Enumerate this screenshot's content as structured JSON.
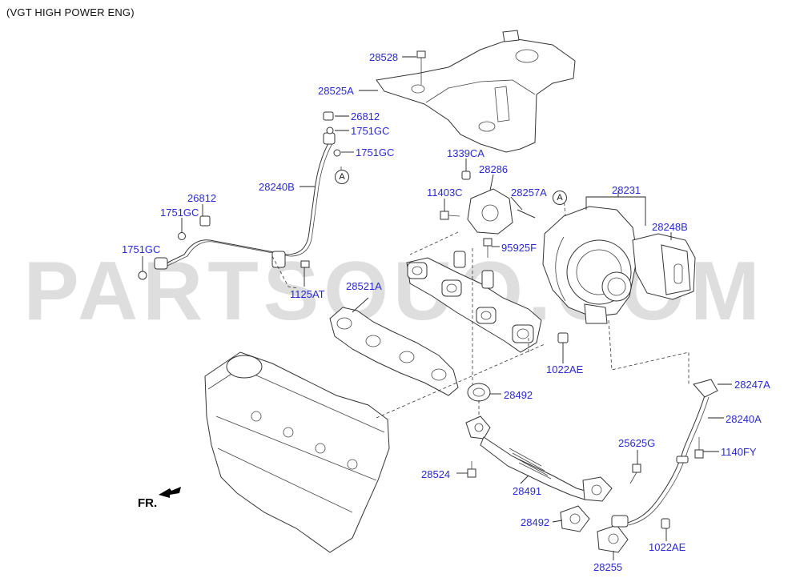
{
  "title": "(VGT HIGH POWER ENG)",
  "watermark": "PARTSOUQ.COM",
  "fr_label": "FR.",
  "ref_marks": [
    "A",
    "A"
  ],
  "colors": {
    "part_number": "#2a2ad0",
    "line": "#222222",
    "watermark": "#d2d2d2"
  },
  "parts": [
    {
      "id": "p-28528",
      "label": "28528"
    },
    {
      "id": "p-28525A",
      "label": "28525A"
    },
    {
      "id": "p-26812-top",
      "label": "26812"
    },
    {
      "id": "p-1751GC-top1",
      "label": "1751GC"
    },
    {
      "id": "p-1751GC-top2",
      "label": "1751GC"
    },
    {
      "id": "p-28240B",
      "label": "28240B"
    },
    {
      "id": "p-26812-left",
      "label": "26812"
    },
    {
      "id": "p-1751GC-left1",
      "label": "1751GC"
    },
    {
      "id": "p-1751GC-left2",
      "label": "1751GC"
    },
    {
      "id": "p-1125AT",
      "label": "1125AT"
    },
    {
      "id": "p-1339CA",
      "label": "1339CA"
    },
    {
      "id": "p-28286",
      "label": "28286"
    },
    {
      "id": "p-11403C",
      "label": "11403C"
    },
    {
      "id": "p-28257A",
      "label": "28257A"
    },
    {
      "id": "p-28231",
      "label": "28231"
    },
    {
      "id": "p-28248B",
      "label": "28248B"
    },
    {
      "id": "p-95925F",
      "label": "95925F"
    },
    {
      "id": "p-28521A",
      "label": "28521A"
    },
    {
      "id": "p-1022AE-mid",
      "label": "1022AE"
    },
    {
      "id": "p-28492-mid",
      "label": "28492"
    },
    {
      "id": "p-28247A",
      "label": "28247A"
    },
    {
      "id": "p-28240A",
      "label": "28240A"
    },
    {
      "id": "p-25625G",
      "label": "25625G"
    },
    {
      "id": "p-1140FY",
      "label": "1140FY"
    },
    {
      "id": "p-28524",
      "label": "28524"
    },
    {
      "id": "p-28491",
      "label": "28491"
    },
    {
      "id": "p-28492-bot",
      "label": "28492"
    },
    {
      "id": "p-1022AE-bot",
      "label": "1022AE"
    },
    {
      "id": "p-28255",
      "label": "28255"
    }
  ]
}
